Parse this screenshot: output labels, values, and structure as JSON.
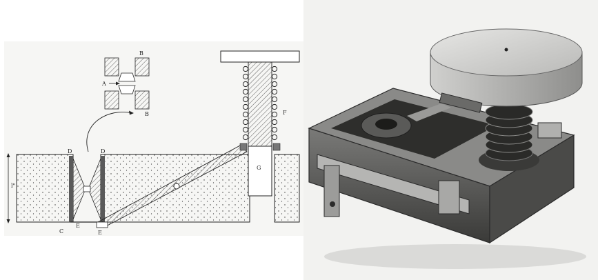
{
  "figure": {
    "labels": {
      "a": "A",
      "b_top": "B",
      "b_bottom": "B",
      "c": "C",
      "d_left": "D",
      "d_right": "D",
      "e_left": "E",
      "e_right": "E",
      "f": "F",
      "g": "G",
      "l": "l\""
    },
    "colors": {
      "ink": "#222222",
      "paper": "#f6f6f4",
      "gasket_fill": "#5a5a5a",
      "photo_bg": "#f2f2f0",
      "metal_dark": "#2b2b2b",
      "metal_mid": "#6e6e6e",
      "metal_light": "#c9c9c7"
    }
  }
}
